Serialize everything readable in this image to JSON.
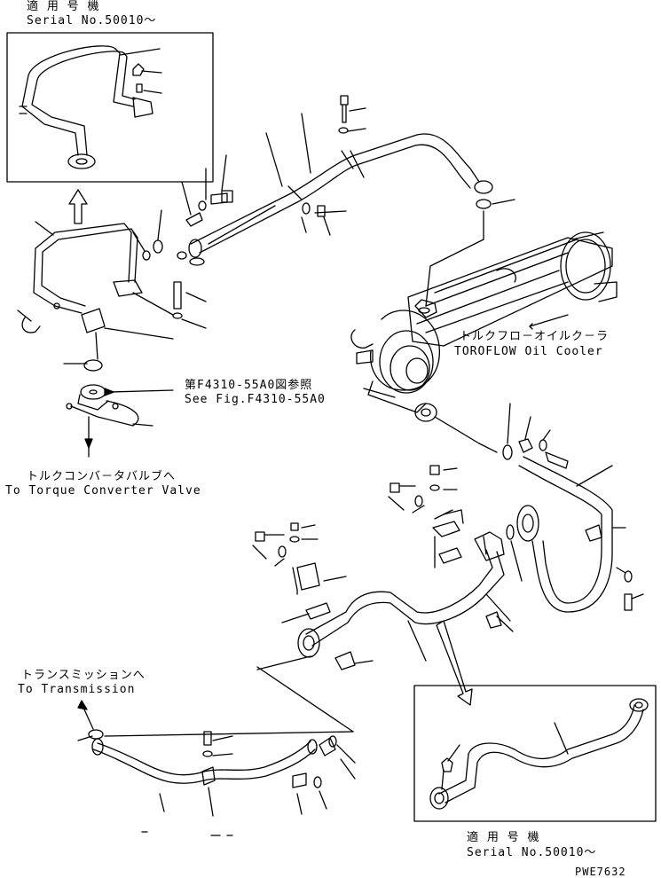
{
  "inset_top": {
    "label_jp": "適 用 号 機",
    "label_en": "Serial No.50010〜"
  },
  "inset_bottom": {
    "label_jp": "適 用 号 機",
    "label_en": "Serial No.50010〜"
  },
  "cooler": {
    "label_jp": "トルクフロ－オイルク－ラ",
    "label_en": "TOROFLOW Oil Cooler"
  },
  "fig_ref": {
    "label_jp": "第F4310-55A0図参照",
    "label_en": "See Fig.F4310-55A0"
  },
  "converter": {
    "label_jp": "トルクコンバ－タバルブへ",
    "label_en": "To Torque Converter Valve"
  },
  "transmission": {
    "label_jp": "トランスミッションへ",
    "label_en": "To Transmission"
  },
  "drawing_code": "PWE7632"
}
